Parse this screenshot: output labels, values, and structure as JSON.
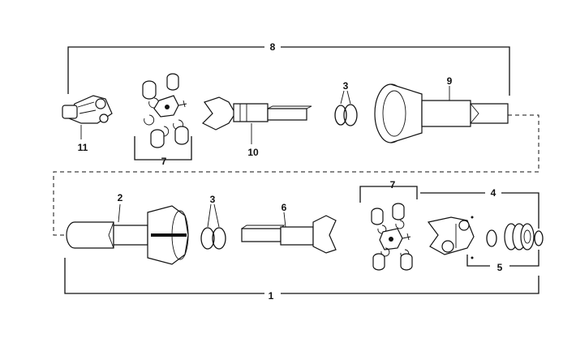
{
  "callouts": {
    "c1": "1",
    "c2": "2",
    "c3_upper": "3",
    "c3_lower": "3",
    "c4": "4",
    "c5": "5",
    "c6": "6",
    "c7_upper": "7",
    "c7_lower": "7",
    "c8": "8",
    "c9": "9",
    "c10": "10",
    "c11": "11"
  },
  "colors": {
    "ink": "#111111",
    "paper": "#ffffff"
  }
}
